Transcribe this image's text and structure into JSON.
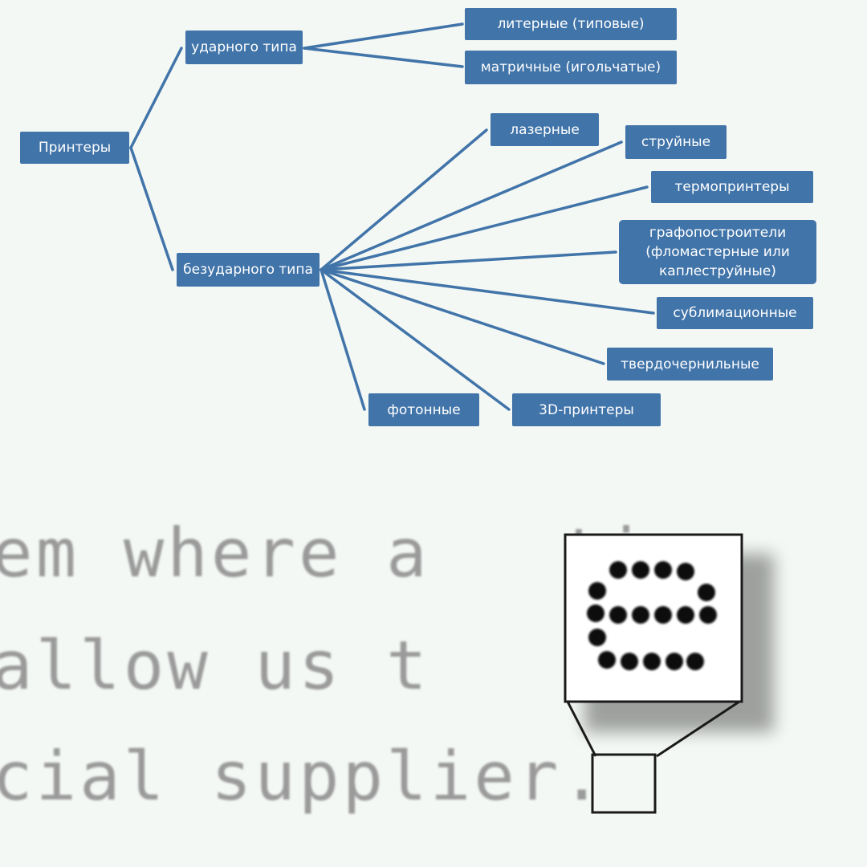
{
  "diagram": {
    "root": "Принтеры",
    "branches": [
      {
        "label": "ударного типа",
        "children": [
          "литерные (типовые)",
          "матричные (игольчатые)"
        ]
      },
      {
        "label": "безударного типа",
        "children": [
          "лазерные",
          "струйные",
          "термопринтеры",
          "графопостроители\n(фломастерные или\nкаплеструйные)",
          "сублимационные",
          "твердочернильные",
          "3D-принтеры",
          "фотонные"
        ]
      }
    ]
  },
  "magnified_text": {
    "lines": [
      "em where a   ti",
      "allow us t    t",
      "cial supplier."
    ]
  },
  "colors": {
    "node_fill": "#4174a9",
    "connector": "#4174a9",
    "background": "#f4f8f4"
  }
}
